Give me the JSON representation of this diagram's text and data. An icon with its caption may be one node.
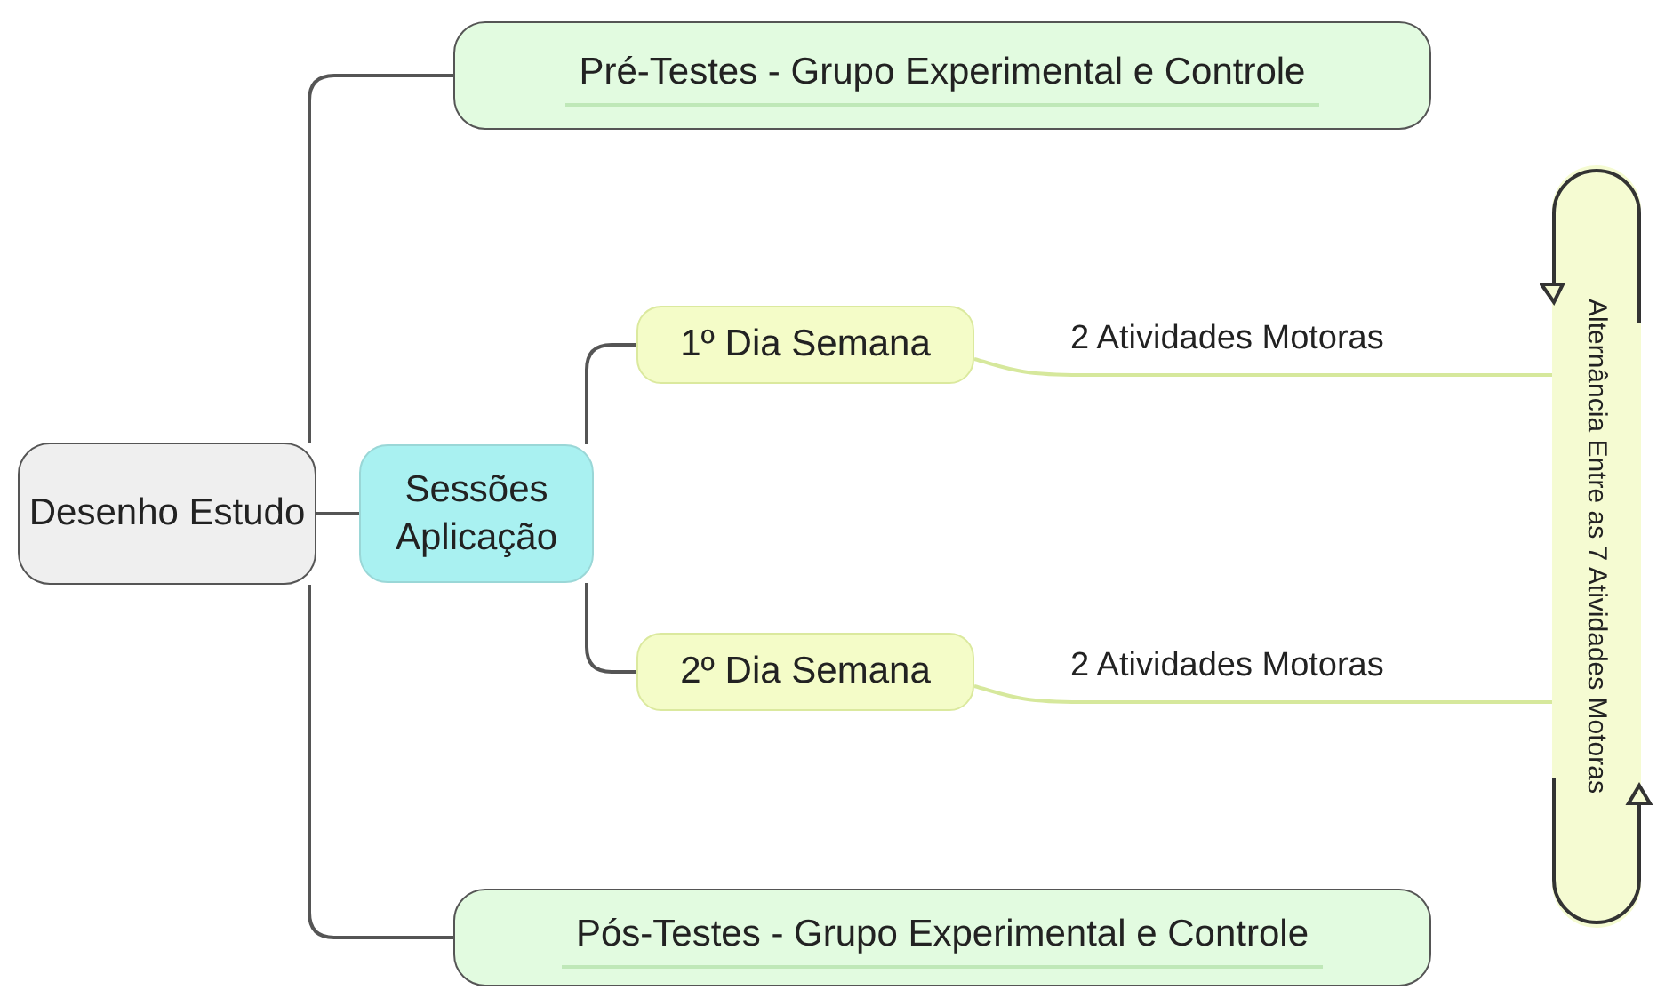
{
  "diagram": {
    "nodes": [
      {
        "text": [
          "Desenho Estudo"
        ]
      },
      {
        "text": [
          "Pré-Testes - Grupo Experimental e Controle"
        ]
      },
      {
        "text": [
          "Sessões Aplicação"
        ]
      },
      {
        "text": [
          "1º Dia Semana"
        ]
      },
      {
        "text": [
          "2º Dia Semana"
        ]
      },
      {
        "text": [
          "Pós-Testes - Grupo Experimental e Controle"
        ]
      },
      {
        "text": [
          "Alternância Entre as 7 Atividades Motoras"
        ]
      }
    ],
    "edges": [
      {
        "from": 0,
        "to": 1,
        "arrow": "none"
      },
      {
        "from": 0,
        "to": 2,
        "arrow": "none"
      },
      {
        "from": 0,
        "to": 5,
        "arrow": "none"
      },
      {
        "from": 2,
        "to": 3,
        "arrow": "none"
      },
      {
        "from": 2,
        "to": 4,
        "arrow": "none"
      },
      {
        "from": 3,
        "to": 6,
        "arrow": "none",
        "label": "2 Atividades Motoras",
        "color": "#d6e89c"
      },
      {
        "from": 4,
        "to": 6,
        "arrow": "none",
        "label": "2 Atividades Motoras",
        "color": "#d6e89c"
      }
    ]
  }
}
